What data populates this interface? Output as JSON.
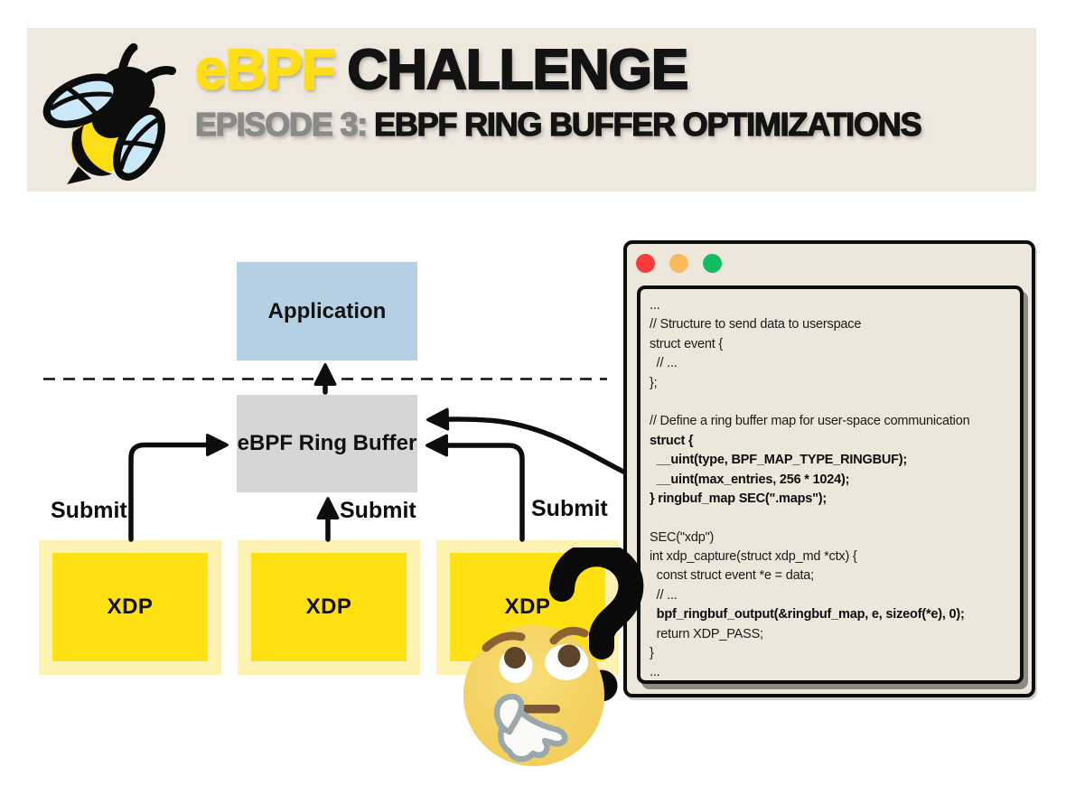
{
  "banner": {
    "title_accent": "eBPF",
    "title_rest": "CHALLENGE",
    "subtitle_accent": "EPISODE 3:",
    "subtitle_rest": "EBPF RING BUFFER OPTIMIZATIONS"
  },
  "diagram": {
    "application_label": "Application",
    "ring_buffer_label": "eBPF Ring Buffer",
    "xdp_boxes": [
      {
        "label": "XDP"
      },
      {
        "label": "XDP"
      },
      {
        "label": "XDP"
      }
    ],
    "submit_labels": [
      "Submit",
      "Submit",
      "Submit"
    ]
  },
  "code_window": {
    "traffic_lights": [
      "close",
      "minimize",
      "zoom"
    ],
    "lines": [
      {
        "text": "...",
        "bold": false
      },
      {
        "text": "// Structure to send data to userspace",
        "bold": false
      },
      {
        "text": "struct event {",
        "bold": false
      },
      {
        "text": "  // ...",
        "bold": false
      },
      {
        "text": "};",
        "bold": false
      },
      {
        "text": "",
        "bold": false
      },
      {
        "text": "// Define a ring buffer map for user-space communication",
        "bold": false
      },
      {
        "text": "struct {",
        "bold": true
      },
      {
        "text": "  __uint(type, BPF_MAP_TYPE_RINGBUF);",
        "bold": true
      },
      {
        "text": "  __uint(max_entries, 256 * 1024);",
        "bold": true
      },
      {
        "text": "} ringbuf_map SEC(\".maps\");",
        "bold": true
      },
      {
        "text": "",
        "bold": false
      },
      {
        "text": "SEC(\"xdp\")",
        "bold": false
      },
      {
        "text": "int xdp_capture(struct xdp_md *ctx) {",
        "bold": false
      },
      {
        "text": "  const struct event *e = data;",
        "bold": false
      },
      {
        "text": "  // ...",
        "bold": false
      },
      {
        "text": "  bpf_ringbuf_output(&ringbuf_map, e, sizeof(*e), 0);",
        "bold": true
      },
      {
        "text": "  return XDP_PASS;",
        "bold": false
      },
      {
        "text": "}",
        "bold": false
      },
      {
        "text": "...",
        "bold": false
      }
    ]
  },
  "emoji": {
    "name": "thinking-face",
    "question_mark": "?"
  },
  "colors": {
    "banner_bg": "#EFE8DF",
    "accent_yellow": "#FFDE17",
    "subtitle_gray": "#8A8A8A",
    "app_blue": "#B5D0E3",
    "buffer_gray": "#D6D6D6",
    "xdp_yellow": "#FFE112",
    "xdp_halo": "#FCF3B3",
    "window_bg": "#EDE6DB",
    "dot_red": "#FA3B3B",
    "dot_orange": "#F9B95C",
    "dot_green": "#10BE61",
    "code_ink": "#1A1A1A",
    "arrow_ink": "#0D0D0D",
    "wing_blue": "#C9E9F8",
    "emoji_face": "#F5D365",
    "emoji_brown": "#7A5732"
  }
}
